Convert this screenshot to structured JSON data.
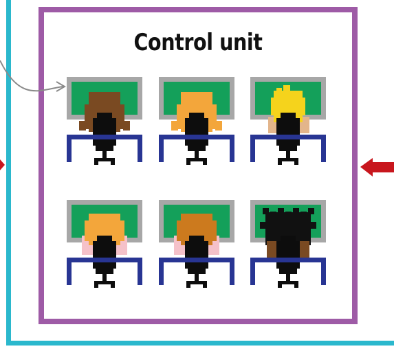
{
  "control_unit": {
    "title": "Control unit"
  },
  "colors": {
    "outer_frame": "#2bb8cd",
    "unit_border": "#9e5ba6",
    "arrow_red": "#c8161d",
    "monitor_frame": "#a7a7a7",
    "screen": "#14a05a",
    "desk": "#283593"
  },
  "workers": [
    {
      "hair": "#7a4a22",
      "skin": "#e8b5a8",
      "style": "long"
    },
    {
      "hair": "#f3a63b",
      "skin": "#f3a63b",
      "style": "long"
    },
    {
      "hair": "#f5d31c",
      "skin": "#e3b58b",
      "style": "spiky"
    },
    {
      "hair": "#f3a63b",
      "skin": "#f5c1c9",
      "style": "short"
    },
    {
      "hair": "#cc7a1e",
      "skin": "#f5c1c9",
      "style": "short"
    },
    {
      "hair": "#111111",
      "skin": "#7a4a22",
      "style": "afro"
    }
  ]
}
